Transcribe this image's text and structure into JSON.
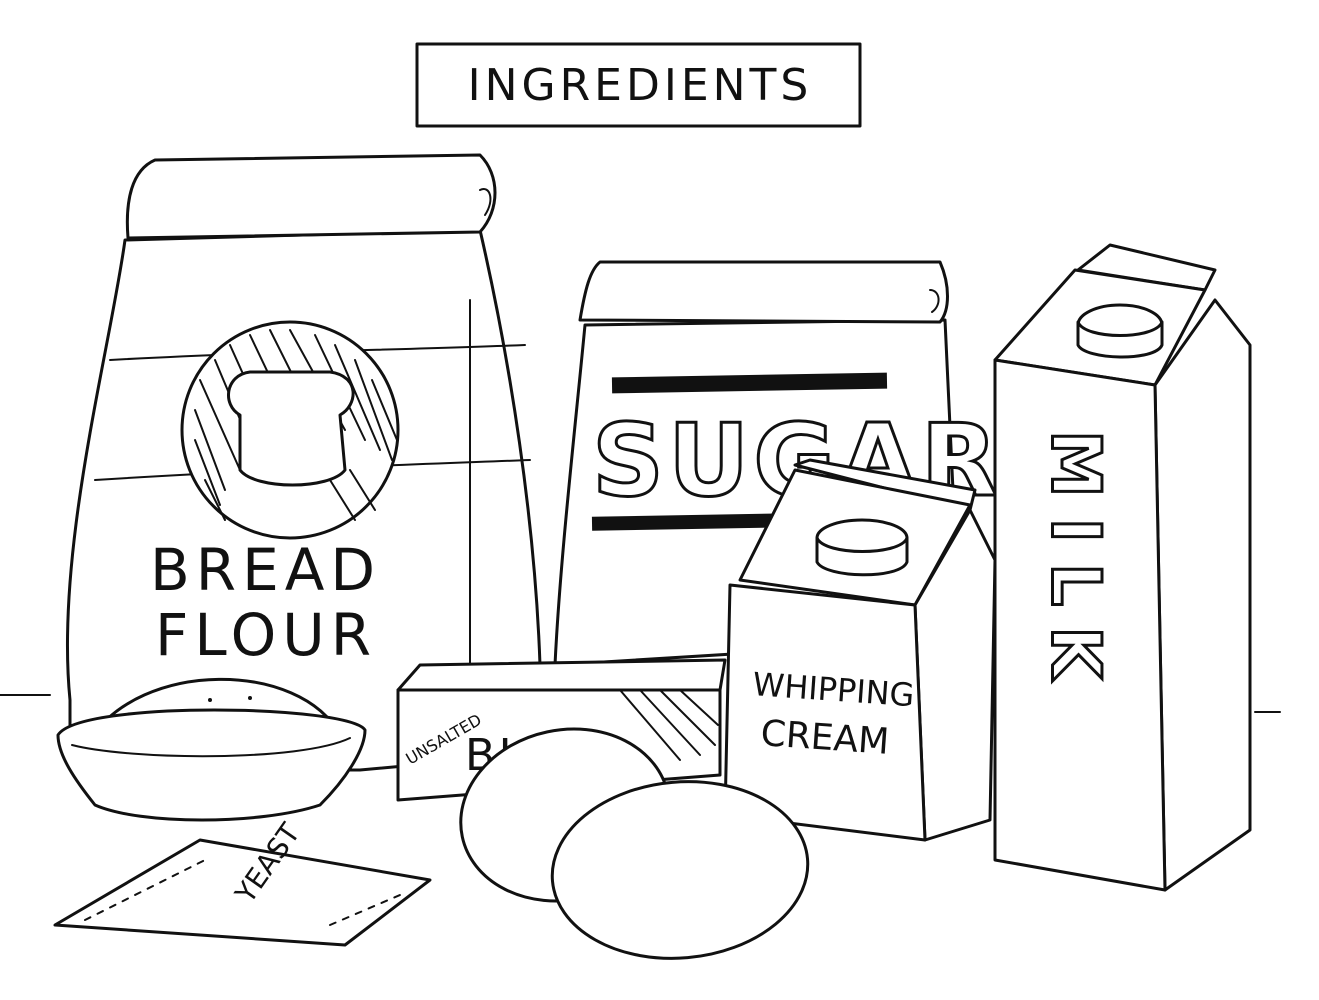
{
  "title": "INGREDIENTS",
  "items": {
    "bread_flour": {
      "line1": "BREAD",
      "line2": "FLOUR"
    },
    "sugar": {
      "label": "SUGAR"
    },
    "milk": {
      "label": "MILK"
    },
    "whipping_cream": {
      "line1": "WHIPPING",
      "line2": "CREAM"
    },
    "butter": {
      "line1": "UNSALTED",
      "line2": "BUTT"
    },
    "yeast": {
      "label": "YEAST"
    }
  },
  "colors": {
    "ink": "#111111",
    "paper": "#ffffff"
  }
}
